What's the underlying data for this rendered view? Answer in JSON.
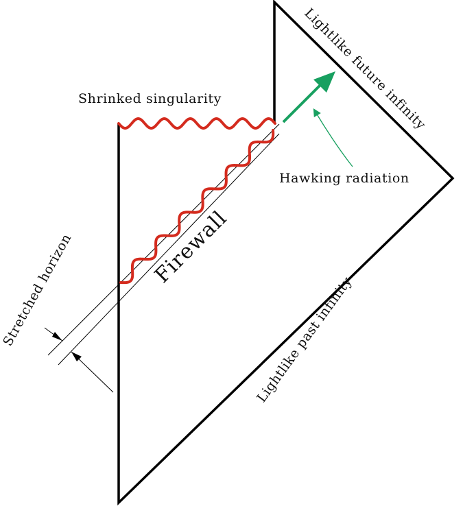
{
  "labels": {
    "shrinked_singularity": "Shrinked singularity",
    "lightlike_future_infinity": "Lightlike future infinity",
    "hawking_radiation": "Hawking radiation",
    "firewall": "Firewall",
    "stretched_horizon": "Stretched horizon",
    "lightlike_past_infinity": "Lightlike past infinity"
  },
  "colors": {
    "boundary": "#000000",
    "firewall": "#d42b1e",
    "radiation": "#18a060",
    "text": "#111111"
  }
}
